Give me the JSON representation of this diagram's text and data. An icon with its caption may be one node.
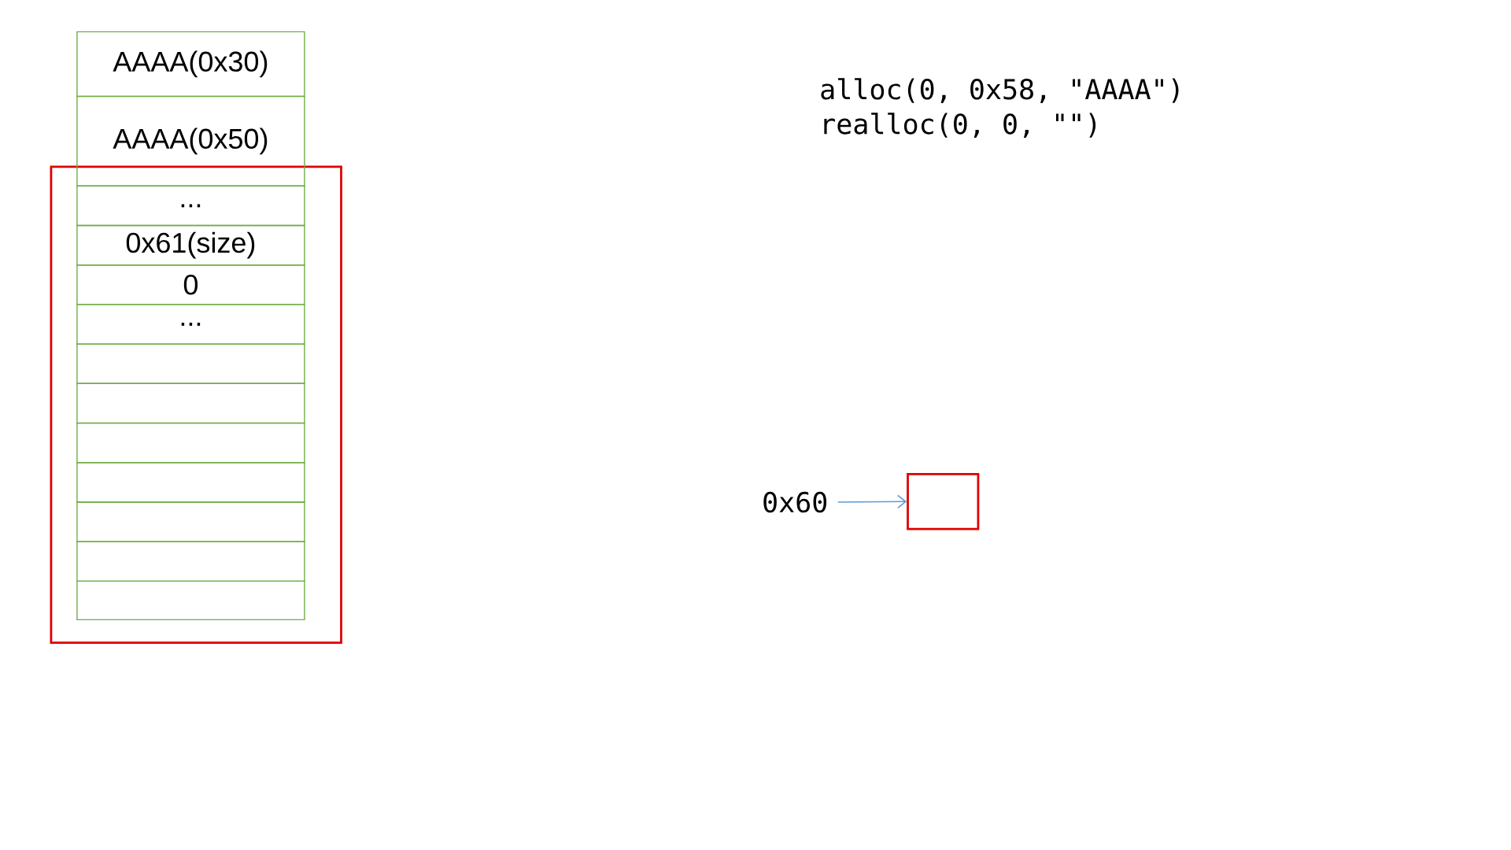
{
  "diagram": {
    "nodes": [
      {
        "text": [
          "AAAA(0x30)"
        ]
      },
      {
        "text": [
          "AAAA(0x50)"
        ]
      },
      {
        "text": [
          "..."
        ]
      },
      {
        "text": [
          "0x61(size)"
        ]
      },
      {
        "text": [
          "0"
        ]
      },
      {
        "text": [
          "..."
        ]
      },
      {
        "text": [],
        "shape": "box"
      },
      {
        "text": [],
        "shape": "box"
      },
      {
        "text": [],
        "shape": "box"
      },
      {
        "text": [],
        "shape": "box"
      },
      {
        "text": [],
        "shape": "box"
      },
      {
        "text": [],
        "shape": "box"
      },
      {
        "text": [],
        "shape": "box"
      },
      {
        "text": [
          "0x60"
        ]
      },
      {
        "text": [],
        "shape": "box"
      }
    ],
    "edges": [
      {
        "from": 13,
        "to": 14,
        "arrow": "to",
        "color": "#5b9bd5"
      }
    ],
    "labels": [
      "alloc(0, 0x58, \"AAAA\")",
      "realloc(0, 0, \"\")"
    ]
  }
}
